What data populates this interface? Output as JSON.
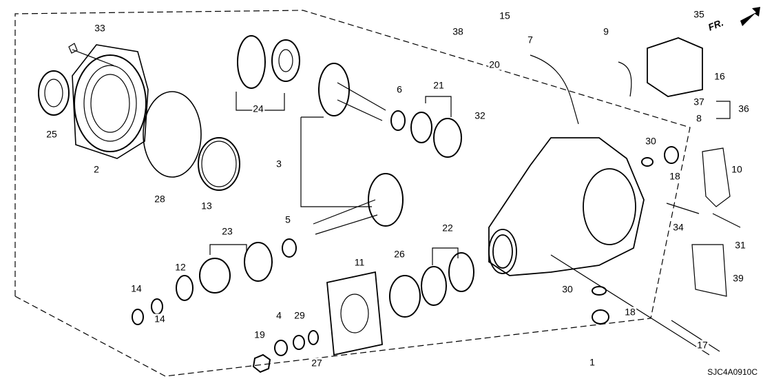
{
  "diagram": {
    "code": "SJC4A0910C",
    "front_indicator": "FR.",
    "labels": [
      "33",
      "25",
      "2",
      "24",
      "28",
      "13",
      "3",
      "6",
      "21",
      "32",
      "20",
      "38",
      "15",
      "7",
      "9",
      "35",
      "16",
      "37",
      "36",
      "8",
      "30",
      "18",
      "10",
      "34",
      "31",
      "39",
      "30",
      "18",
      "17",
      "1",
      "5",
      "23",
      "22",
      "12",
      "11",
      "26",
      "14",
      "14",
      "4",
      "29",
      "19",
      "27"
    ]
  }
}
